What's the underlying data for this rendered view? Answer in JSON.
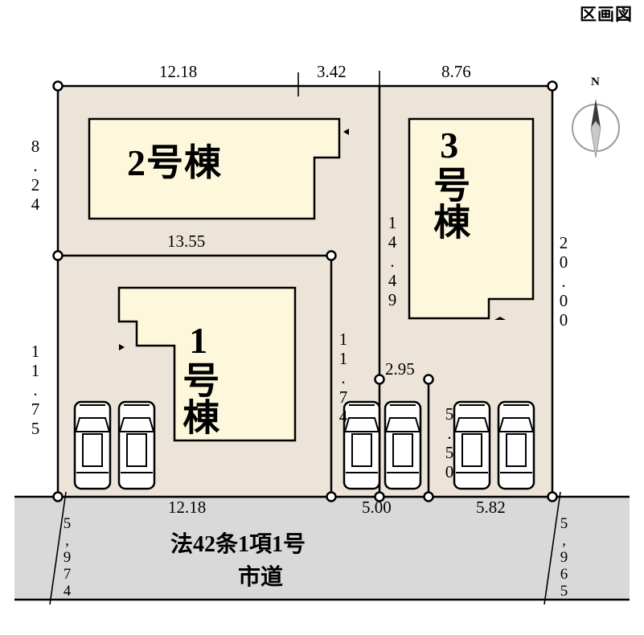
{
  "title": "区画図",
  "compass": {
    "north_label": "N"
  },
  "buildings": [
    {
      "id": "bldg-1",
      "label": "1号棟",
      "orientation": "vertical"
    },
    {
      "id": "bldg-2",
      "label": "2号棟",
      "orientation": "horizontal"
    },
    {
      "id": "bldg-3",
      "label": "3号棟",
      "orientation": "vertical"
    }
  ],
  "road": {
    "line1": "法42条1項1号",
    "line2": "市道"
  },
  "dimensions": {
    "top": [
      {
        "name": "top-12-18",
        "value": "12.18"
      },
      {
        "name": "top-3-42",
        "value": "3.42"
      },
      {
        "name": "top-8-76",
        "value": "8.76"
      }
    ],
    "left": [
      {
        "name": "left-8-24",
        "value": "8.24"
      },
      {
        "name": "left-11-75",
        "value": "11.75"
      }
    ],
    "right": [
      {
        "name": "right-20-00",
        "value": "20.00"
      }
    ],
    "inner": [
      {
        "name": "inner-13-55",
        "value": "13.55"
      },
      {
        "name": "inner-14-49",
        "value": "14.49"
      },
      {
        "name": "inner-11-74",
        "value": "11.74"
      },
      {
        "name": "inner-2-95",
        "value": "2.95"
      },
      {
        "name": "inner-5-50",
        "value": "5.50"
      }
    ],
    "bottom": [
      {
        "name": "bottom-12-18",
        "value": "12.18"
      },
      {
        "name": "bottom-5-00",
        "value": "5.00"
      },
      {
        "name": "bottom-5-82",
        "value": "5.82"
      }
    ],
    "setback": [
      {
        "name": "setback-left-5-974",
        "value": "5,974"
      },
      {
        "name": "setback-right-5-965",
        "value": "5,965"
      }
    ]
  },
  "colors": {
    "lot_fill": "#ece4d8",
    "building_fill": "#fdf8dc",
    "road_fill": "#d9d9d9",
    "line": "#000000"
  }
}
